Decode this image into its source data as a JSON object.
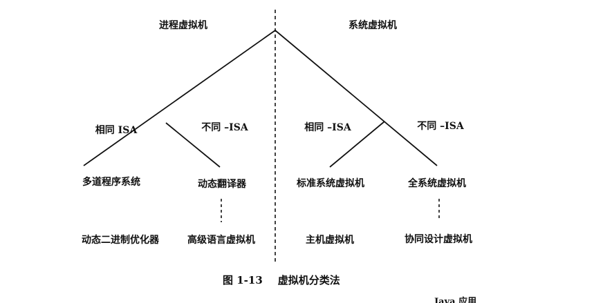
{
  "diagram": {
    "roots": {
      "left": "进程虚拟机",
      "right": "系统虚拟机"
    },
    "branches": {
      "left_same": "相同 ISA",
      "left_diff": "不同 –ISA",
      "right_same": "相同 –ISA",
      "right_diff": "不同 –ISA"
    },
    "leaves": {
      "multiprogramming": "多道程序系统",
      "dynamic_translator": "动态翻译器",
      "standard_system_vm": "标准系统虚拟机",
      "whole_system_vm": "全系统虚拟机"
    },
    "sub_leaves": {
      "dynamic_binary_optimizer": "动态二进制优化器",
      "hll_vm": "高级语言虚拟机",
      "hosted_vm": "主机虚拟机",
      "codesigned_vm": "协同设计虚拟机"
    }
  },
  "caption": {
    "figure_number": "图 1-13",
    "title": "虚拟机分类法"
  },
  "next_section_cut": "Java 应用"
}
